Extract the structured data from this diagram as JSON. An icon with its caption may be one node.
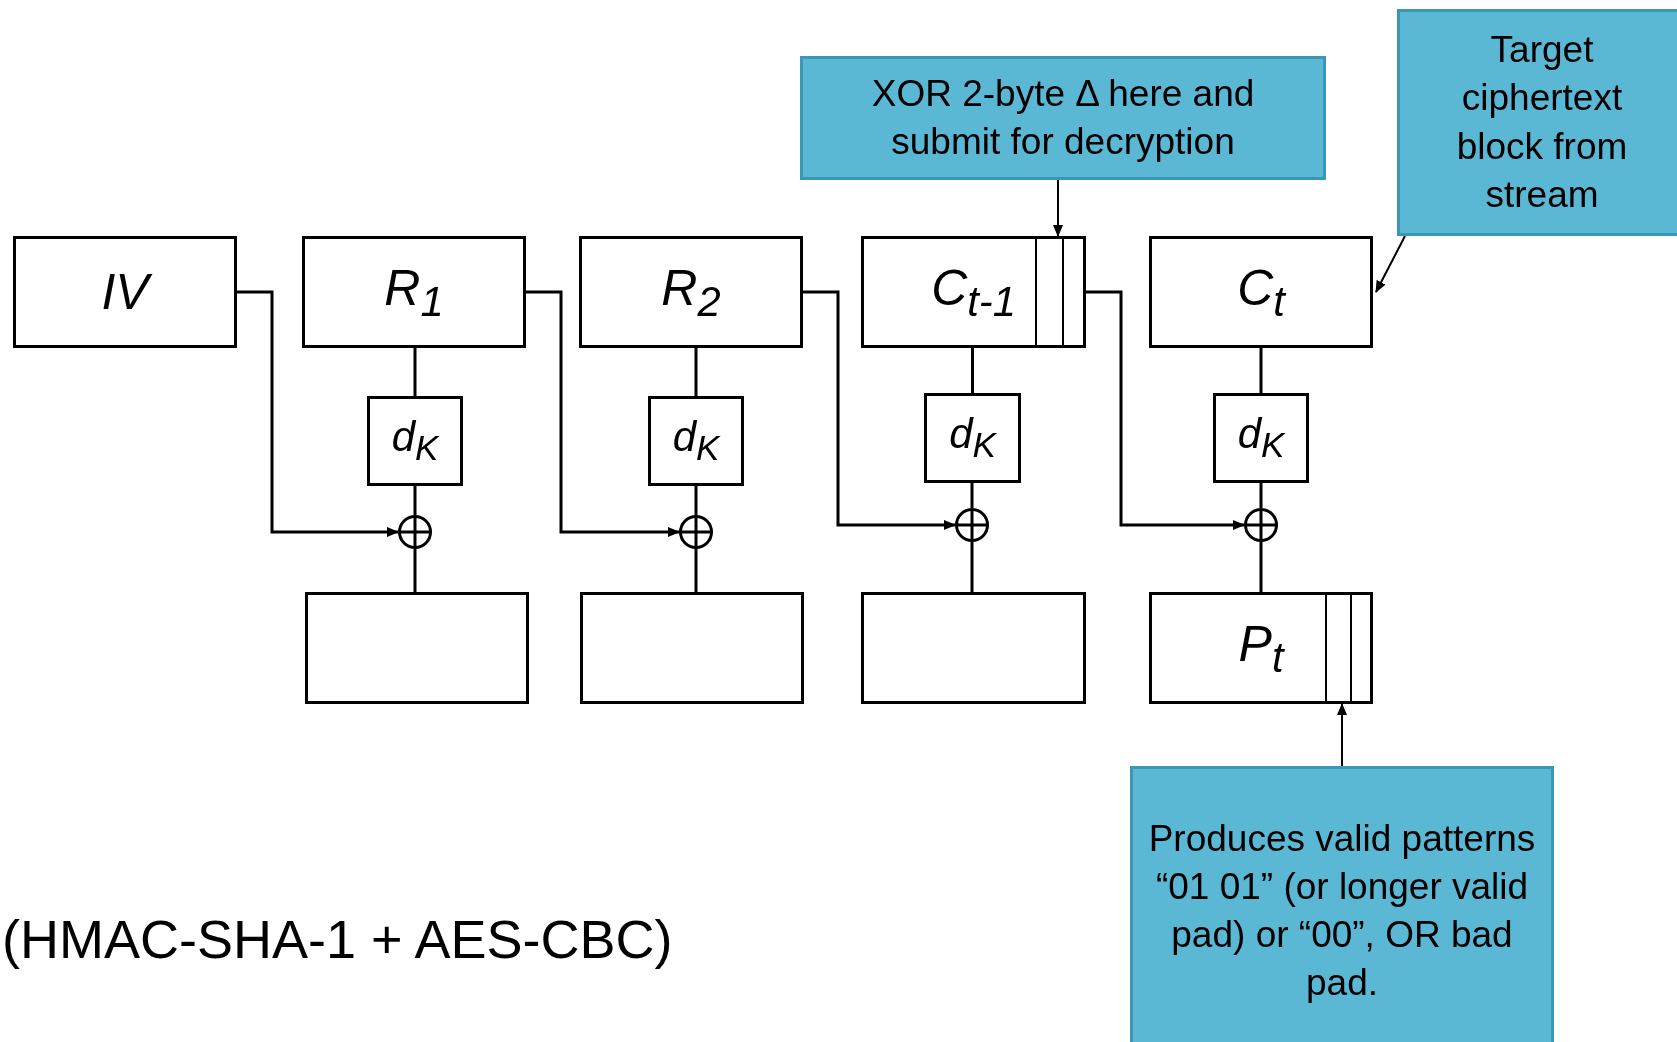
{
  "diagram": {
    "nodes": [
      {
        "text": [
          "IV"
        ]
      },
      {
        "text": [
          "R$_{1}$"
        ]
      },
      {
        "text": [
          "R$_{2}$"
        ]
      },
      {
        "text": [
          "C$_{t-1}$"
        ]
      },
      {
        "text": [
          "C$_{t}$"
        ]
      },
      {
        "text": [
          "d$_{K}$"
        ]
      },
      {
        "text": [
          "d$_{K}$"
        ]
      },
      {
        "text": [
          "d$_{K}$"
        ]
      },
      {
        "text": [
          "d$_{K}$"
        ]
      },
      {
        "text": [],
        "shape": "circle"
      },
      {
        "text": [],
        "shape": "circle"
      },
      {
        "text": [],
        "shape": "circle"
      },
      {
        "text": [],
        "shape": "circle"
      },
      {
        "text": [],
        "shape": "box"
      },
      {
        "text": [],
        "shape": "box"
      },
      {
        "text": [],
        "shape": "box"
      },
      {
        "text": [
          "P$_{t}$"
        ]
      },
      {
        "text": [
          "XOR 2-byte Δ here and submit for decryption"
        ]
      },
      {
        "text": [
          "Target ciphertext block from stream"
        ]
      },
      {
        "text": [
          "Produces valid patterns “01 01” (or longer valid pad) or  “00”, OR bad pad."
        ]
      }
    ],
    "edges": [
      {
        "from": 0,
        "to": 9,
        "arrow": "to"
      },
      {
        "from": 1,
        "to": 10,
        "arrow": "to"
      },
      {
        "from": 2,
        "to": 11,
        "arrow": "to"
      },
      {
        "from": 3,
        "to": 12,
        "arrow": "to"
      },
      {
        "from": 1,
        "to": 5,
        "arrow": "none"
      },
      {
        "from": 5,
        "to": 9,
        "arrow": "none"
      },
      {
        "from": 9,
        "to": 13,
        "arrow": "none"
      },
      {
        "from": 2,
        "to": 6,
        "arrow": "none"
      },
      {
        "from": 6,
        "to": 10,
        "arrow": "none"
      },
      {
        "from": 10,
        "to": 14,
        "arrow": "none"
      },
      {
        "from": 3,
        "to": 7,
        "arrow": "none"
      },
      {
        "from": 7,
        "to": 11,
        "arrow": "none"
      },
      {
        "from": 11,
        "to": 15,
        "arrow": "none"
      },
      {
        "from": 4,
        "to": 8,
        "arrow": "none"
      },
      {
        "from": 8,
        "to": 12,
        "arrow": "none"
      },
      {
        "from": 12,
        "to": 16,
        "arrow": "none"
      },
      {
        "from": 17,
        "to": 3,
        "arrow": "to"
      },
      {
        "from": 18,
        "to": 4,
        "arrow": "to"
      },
      {
        "from": 19,
        "to": 16,
        "arrow": "to"
      }
    ],
    "labels": [
      "(HMAC-SHA-1 + AES-CBC)"
    ]
  }
}
